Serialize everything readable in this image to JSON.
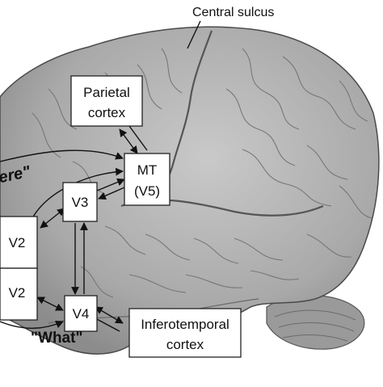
{
  "labels": {
    "central_sulcus": "Central sulcus",
    "parietal_line1": "Parietal",
    "parietal_line2": "cortex",
    "mt_line1": "MT",
    "mt_line2": "(V5)",
    "v3": "V3",
    "v2_upper": "V2",
    "v2_lower": "V2",
    "v4": "V4",
    "infero_line1": "Inferotemporal",
    "infero_line2": "cortex",
    "where": "ere\"",
    "what": "\"What\""
  },
  "icons": {
    "brain": "brain-illustration"
  }
}
